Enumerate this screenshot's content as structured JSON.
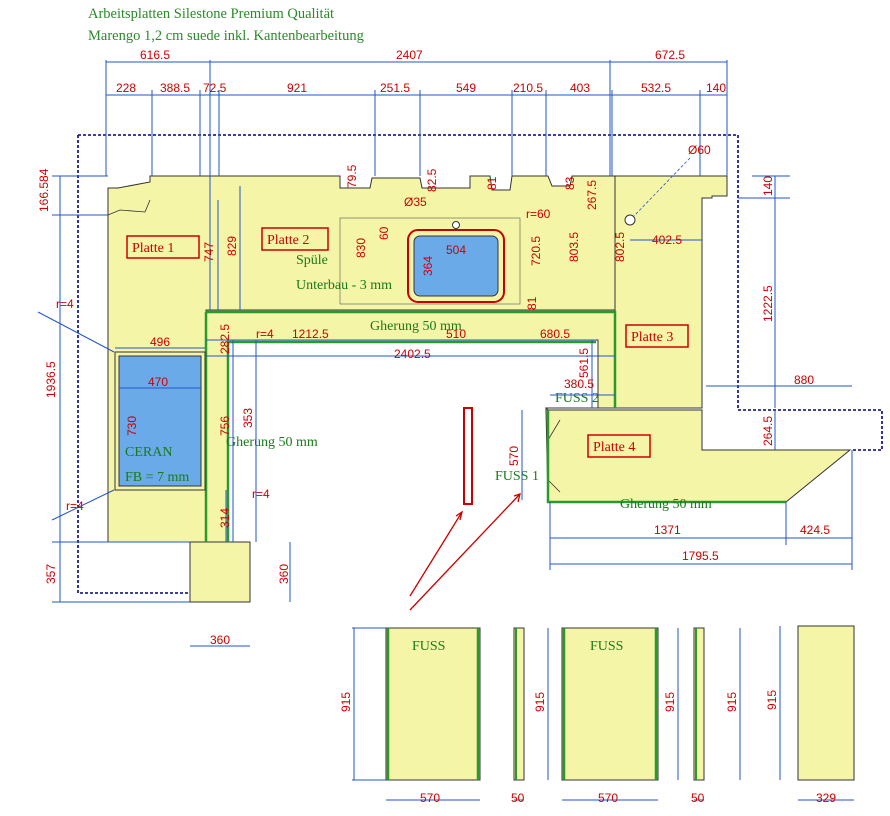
{
  "header": {
    "line1": "Arbeitsplatten Silestone Premium Qualität",
    "line2": "Marengo 1,2 cm suede inkl. Kantenbearbeitung"
  },
  "panels": {
    "p1": "Platte 1",
    "p2": "Platte 2",
    "p3": "Platte 3",
    "p4": "Platte 4"
  },
  "labels": {
    "spuele": "Spüle",
    "unterbau": "Unterbau - 3 mm",
    "ceran": "CERAN",
    "fb": "FB = 7 mm",
    "gherung_vert": "Gherung 50 mm",
    "gherung_top": "Gherung 50 mm",
    "gherung_bottom": "Gherung 50 mm",
    "fuss1": "FUSS 1",
    "fuss2": "FUSS 2",
    "fuss_a": "FUSS",
    "fuss_b": "FUSS"
  },
  "dims_top": {
    "d616": "616.5",
    "d2407": "2407",
    "d672": "672.5",
    "d228": "228",
    "d388": "388.5",
    "d72": "72.5",
    "d921": "921",
    "d251": "251.5",
    "d549": "549",
    "d210": "210.5",
    "d403": "403",
    "d532": "532.5",
    "d140": "140"
  },
  "dims_other": {
    "d60dia": "Ø60",
    "d35dia": "Ø35",
    "r60": "r=60",
    "d166": "166.584",
    "d79": "79.5",
    "d82": "82.5",
    "d81a": "81",
    "d83": "83",
    "d267": "267.5",
    "d140r": "140",
    "d747": "747",
    "d829": "829",
    "d830": "830",
    "d60": "60",
    "d504": "504",
    "d364": "364",
    "d720": "720.5",
    "d803": "803.5",
    "d802": "802.5",
    "d402": "402.5",
    "d1222": "1222.5",
    "d81b": "81",
    "r4a": "r=4",
    "d1936": "1936.5",
    "d496": "496",
    "r4b": "r=4",
    "d282": "282.5",
    "d1212": "1212.5",
    "d510": "510",
    "d680": "680.5",
    "d2402": "2402.5",
    "d561": "561.5",
    "d470": "470",
    "d730": "730",
    "d756": "756",
    "d353": "353",
    "d380": "380.5",
    "d880": "880",
    "d264": "264.5",
    "d570v": "570",
    "r4c": "r=4",
    "r4d": "r=4",
    "d314": "314",
    "d1371": "1371",
    "d424": "424.5",
    "d1795": "1795.5",
    "d357": "357",
    "d360v": "360",
    "d360h": "360",
    "p915a": "915",
    "p570a": "570",
    "p915b": "915",
    "p50a": "50",
    "p915c": "915",
    "p570b": "570",
    "p915d": "915",
    "p50b": "50",
    "p915e": "915",
    "p329": "329"
  },
  "colors": {
    "slab": "#f5f5a8",
    "dimension": "#cc0000",
    "dimline": "#2255cc",
    "miter": "#2a9a2a",
    "cutout": "#6aaae8",
    "outline": "#000080"
  }
}
